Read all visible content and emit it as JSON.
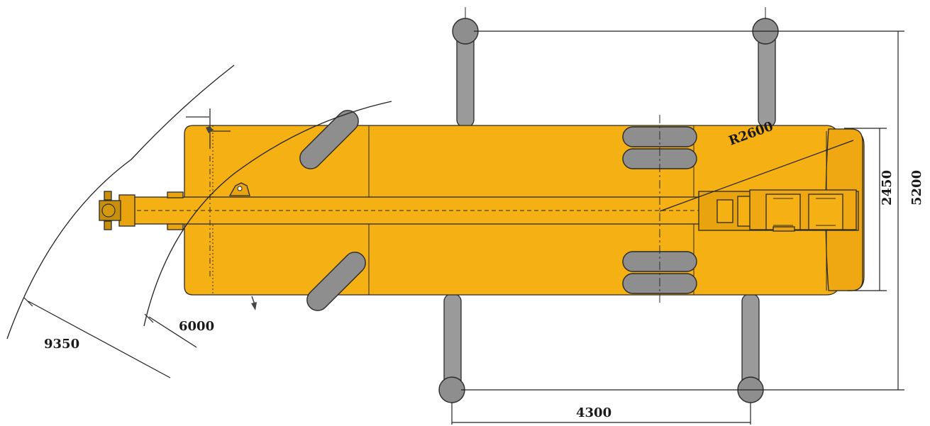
{
  "drawing": {
    "type": "crane top view dimension drawing",
    "colors": {
      "body": "#f5b014",
      "body_dark": "#e8a30e",
      "tyre": "#8e8e8e",
      "line": "#222222"
    },
    "dimensions": {
      "outrigger_span_width": "5200",
      "body_width": "2450",
      "outrigger_span_length": "4300",
      "tail_swing_radius": "R2600",
      "turning_radius_inner": "6000",
      "turning_radius_outer": "9350"
    }
  }
}
